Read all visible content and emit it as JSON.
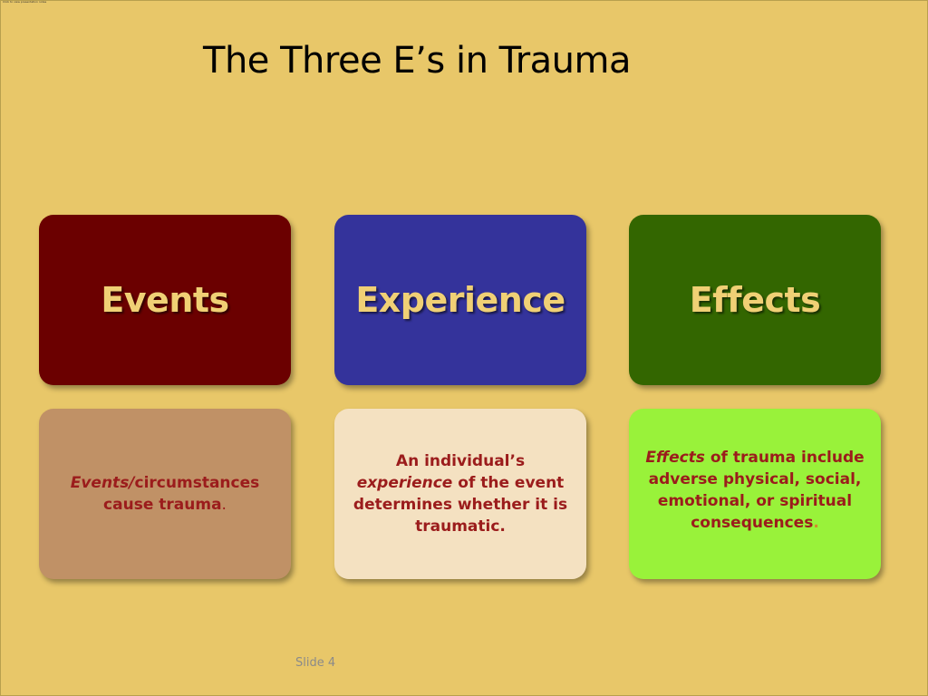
{
  "slide": {
    "title": "The Three E’s in Trauma",
    "slide_number": "Slide 4",
    "corner_note": "Click to view presentation notes"
  },
  "headings": [
    {
      "label": "Events",
      "color": "#6b0000"
    },
    {
      "label": "Experience",
      "color": "#34339b"
    },
    {
      "label": "Effects",
      "color": "#336600"
    }
  ],
  "descriptions": [
    {
      "color": "#c09166",
      "italic_lead": "Events/",
      "text_after": "circumstances cause trauma",
      "trailing": "."
    },
    {
      "color": "#f4e1c1",
      "text_before": "An individual’s ",
      "italic_mid": "experience",
      "text_after": " of the event determines whether it is traumatic."
    },
    {
      "color": "#99f23a",
      "italic_lead": "Effects",
      "text_after": " of trauma include adverse physical, social, emotional, or spiritual consequences",
      "trailing": "."
    }
  ],
  "colors": {
    "background": "#e8c769",
    "heading_text": "#f0d075",
    "description_text": "#9b1c1c"
  }
}
